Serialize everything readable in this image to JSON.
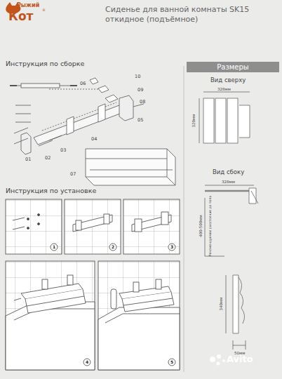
{
  "diagram": {
    "title": "Сиденье для ванной комнаты SK15 откидное (подъёмное)",
    "nodes": [
      {
        "text": [
          "Размеры"
        ]
      }
    ],
    "edges": [],
    "labels": [
      "Рыжий",
      "Кот",
      "®",
      "Инструкция по сборке",
      "06",
      "10",
      "09",
      "08",
      "05",
      "04",
      "03",
      "02",
      "01",
      "07",
      "Инструкция по установке",
      "1",
      "2",
      "3",
      "4",
      "5",
      "Вид сверху",
      "328мм",
      "320мм",
      "Вид сбоку",
      "328мм",
      "400-500мм",
      "Рекомендуемое расстояние до пола",
      "340мм",
      "50мм",
      "Avito"
    ]
  }
}
